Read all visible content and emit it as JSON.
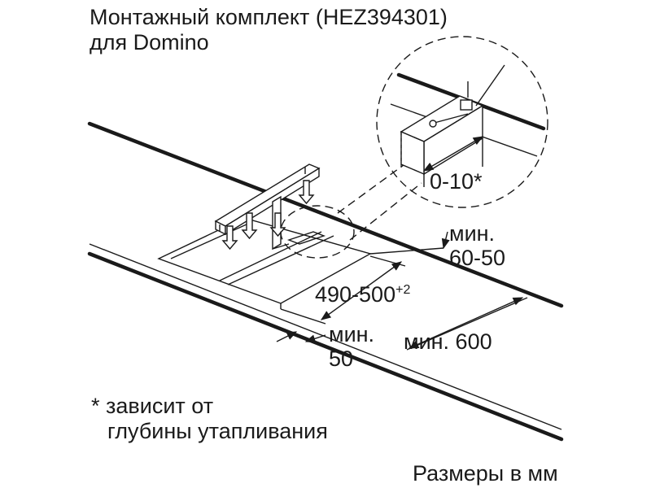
{
  "title": {
    "line1": "Монтажный комплект (HEZ394301)",
    "line2": "для Domino"
  },
  "dimensions": {
    "detail_gap": "0-10*",
    "min_depth_label": "мин.",
    "min_depth_value": "60-50",
    "cutout_width": "490-500",
    "cutout_width_tolerance": "+2",
    "min_front_label": "мин.",
    "min_front_value": "50",
    "min_width": "мин. 600"
  },
  "footnote": {
    "line1": "* зависит от",
    "line2": "глубины утапливания"
  },
  "units_note": "Размеры в мм"
}
